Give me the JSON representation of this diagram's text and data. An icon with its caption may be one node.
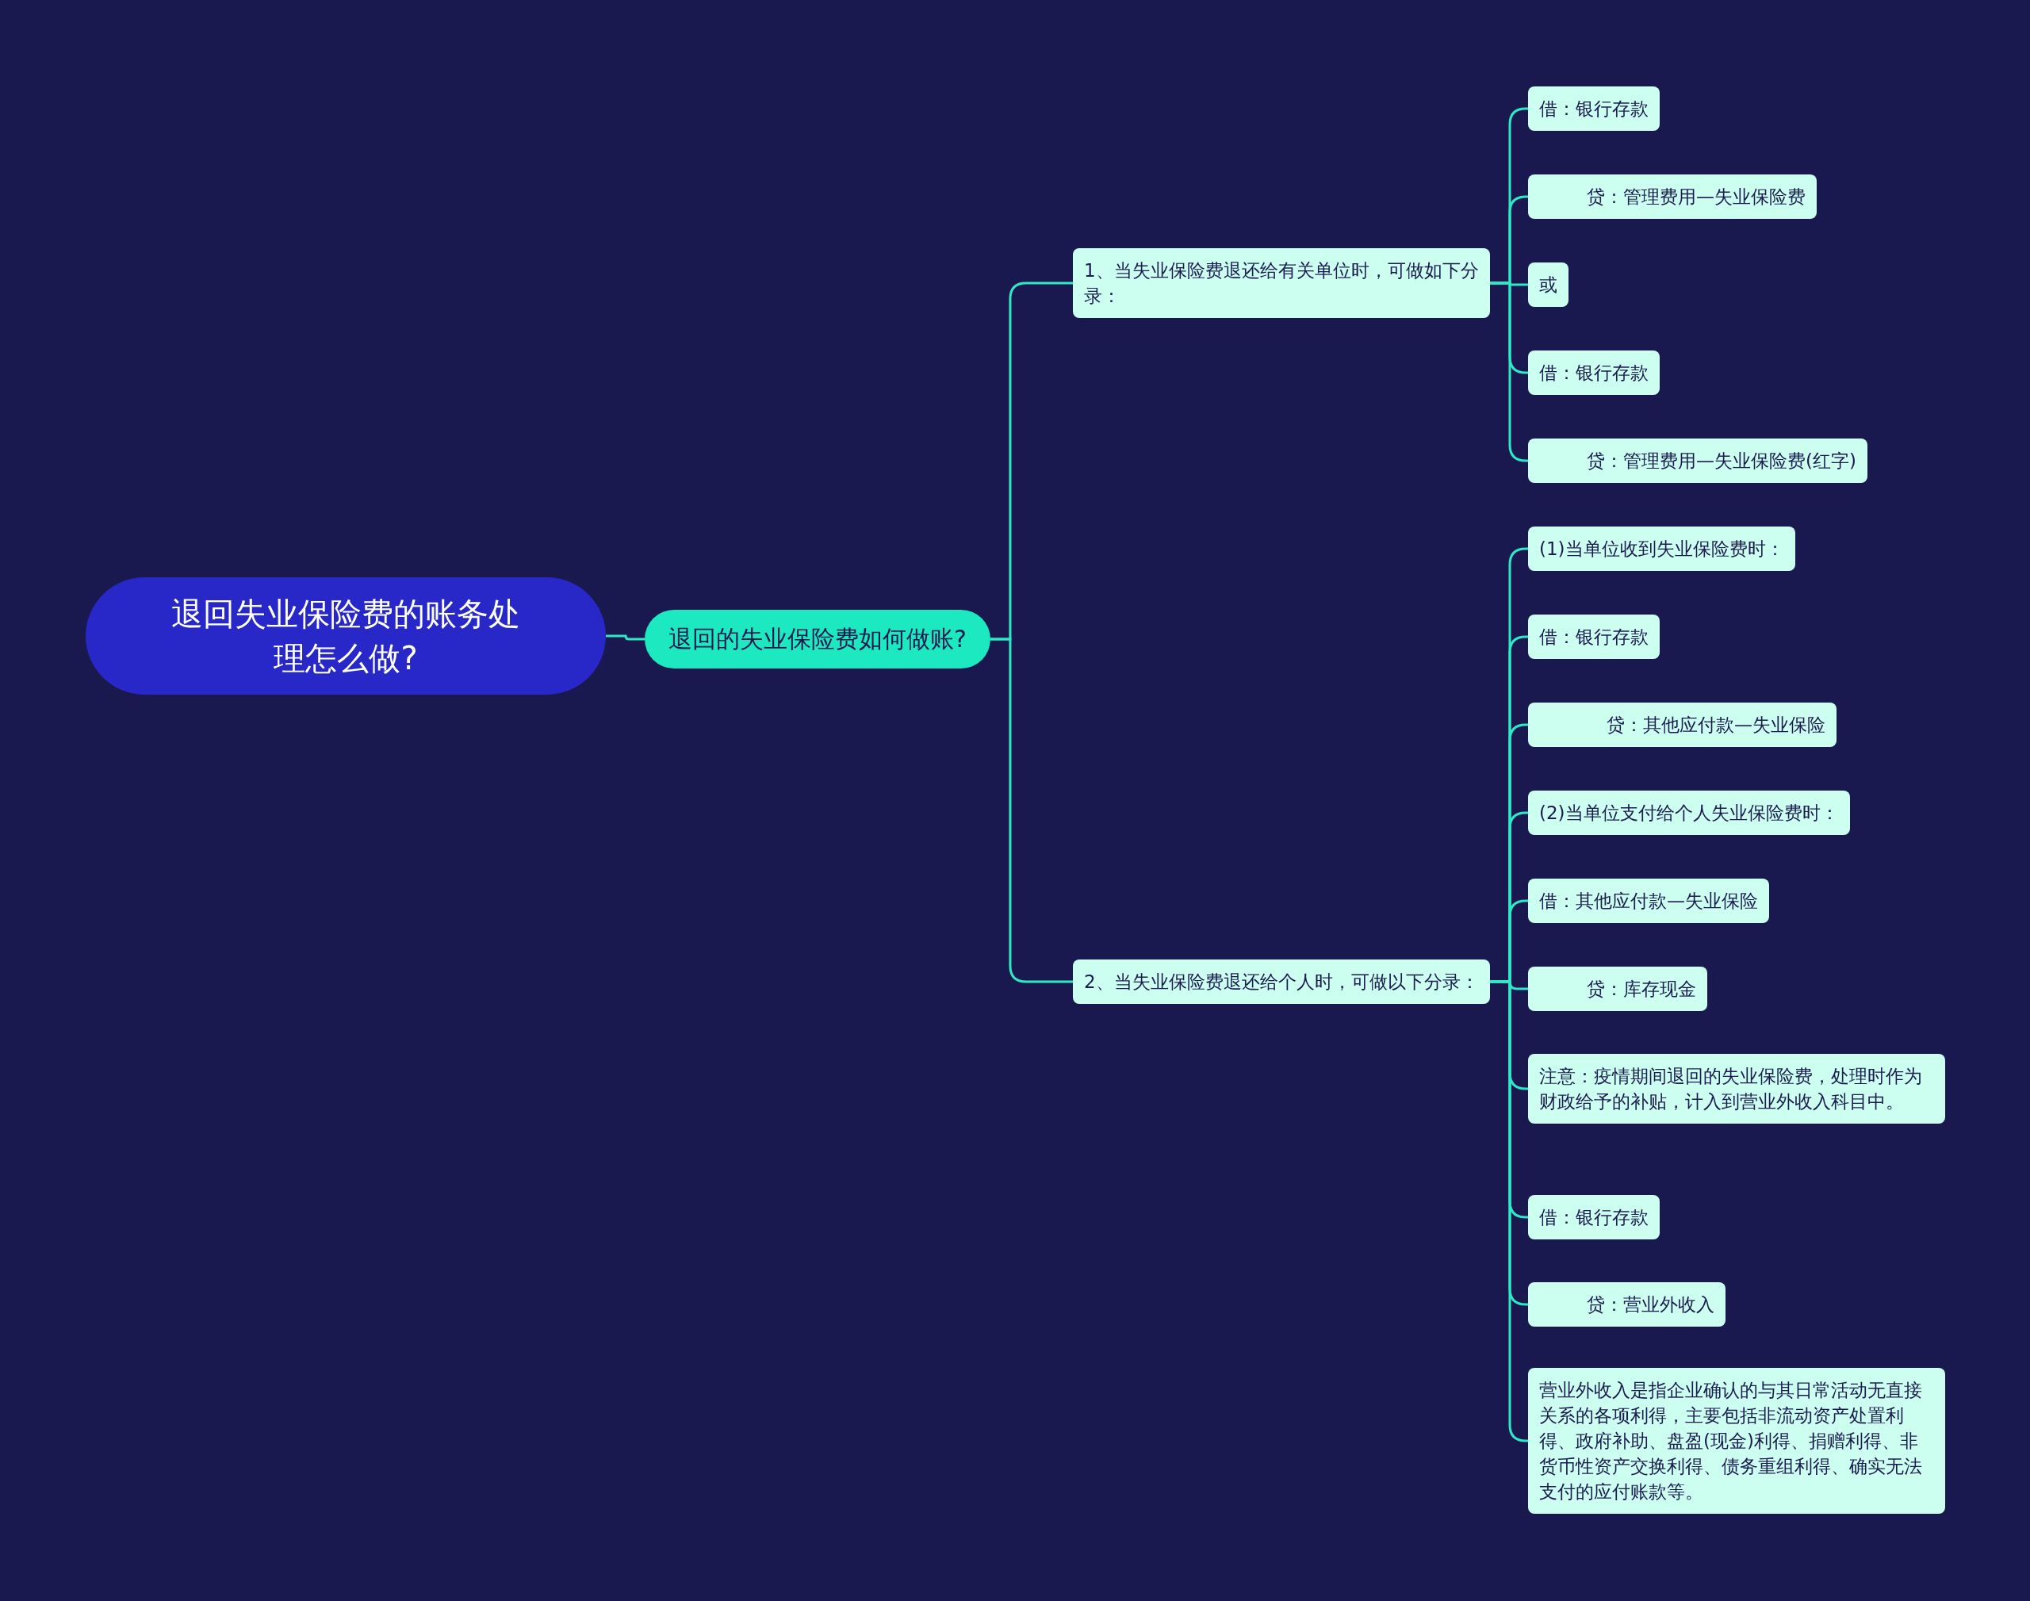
{
  "diagram": {
    "nodes": [
      {
        "text": [
          "退回失业保险费的账务处理怎么做?"
        ]
      },
      {
        "text": [
          "退回的失业保险费如何做账?"
        ]
      },
      {
        "text": [
          "1、当失业保险费退还给有关单位时，可做如下分录："
        ]
      },
      {
        "text": [
          "借：银行存款"
        ]
      },
      {
        "text": [
          "贷：管理费用—失业保险费"
        ]
      },
      {
        "text": [
          "或"
        ]
      },
      {
        "text": [
          "借：银行存款"
        ]
      },
      {
        "text": [
          "贷：管理费用—失业保险费(红字)"
        ]
      },
      {
        "text": [
          "2、当失业保险费退还给个人时，可做以下分录："
        ]
      },
      {
        "text": [
          "(1)当单位收到失业保险费时："
        ]
      },
      {
        "text": [
          "借：银行存款"
        ]
      },
      {
        "text": [
          "贷：其他应付款—失业保险"
        ]
      },
      {
        "text": [
          "(2)当单位支付给个人失业保险费时："
        ]
      },
      {
        "text": [
          "借：其他应付款—失业保险"
        ]
      },
      {
        "text": [
          "贷：库存现金"
        ]
      },
      {
        "text": [
          "注意：疫情期间退回的失业保险费，处理时作为财政给予的补贴，计入到营业外收入科目中。"
        ]
      },
      {
        "text": [
          "借：银行存款"
        ]
      },
      {
        "text": [
          "贷：营业外收入"
        ]
      },
      {
        "text": [
          "营业外收入是指企业确认的与其日常活动无直接关系的各项利得，主要包括非流动资产处置利得、政府补助、盘盈(现金)利得、捐赠利得、非货币性资产交换利得、债务重组利得、确实无法支付的应付账款等。"
        ]
      }
    ],
    "edges": [
      {
        "from": 0,
        "to": 1,
        "arrow": "none"
      },
      {
        "from": 1,
        "to": 2,
        "arrow": "none"
      },
      {
        "from": 1,
        "to": 8,
        "arrow": "none"
      },
      {
        "from": 2,
        "to": 3,
        "arrow": "none"
      },
      {
        "from": 2,
        "to": 4,
        "arrow": "none"
      },
      {
        "from": 2,
        "to": 5,
        "arrow": "none"
      },
      {
        "from": 2,
        "to": 6,
        "arrow": "none"
      },
      {
        "from": 2,
        "to": 7,
        "arrow": "none"
      },
      {
        "from": 8,
        "to": 9,
        "arrow": "none"
      },
      {
        "from": 8,
        "to": 10,
        "arrow": "none"
      },
      {
        "from": 8,
        "to": 11,
        "arrow": "none"
      },
      {
        "from": 8,
        "to": 12,
        "arrow": "none"
      },
      {
        "from": 8,
        "to": 13,
        "arrow": "none"
      },
      {
        "from": 8,
        "to": 14,
        "arrow": "none"
      },
      {
        "from": 8,
        "to": 15,
        "arrow": "none"
      },
      {
        "from": 8,
        "to": 16,
        "arrow": "none"
      },
      {
        "from": 8,
        "to": 17,
        "arrow": "none"
      },
      {
        "from": 8,
        "to": 18,
        "arrow": "none"
      }
    ]
  }
}
